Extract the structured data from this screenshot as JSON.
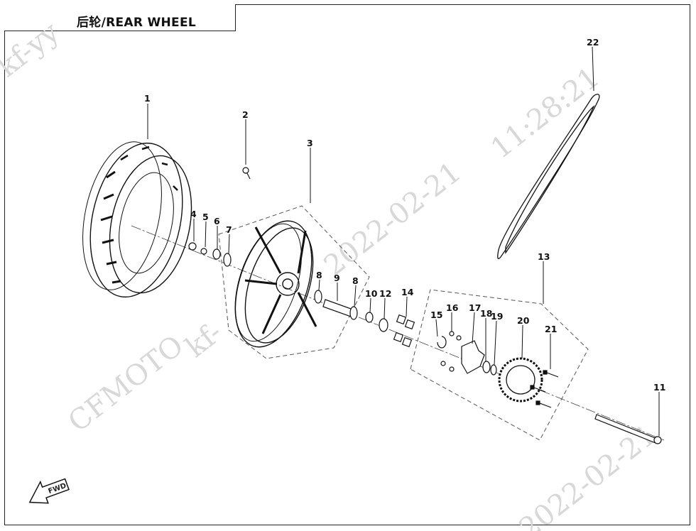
{
  "title": "后轮/REAR WHEEL",
  "watermarks": {
    "brand": "CFMOTO",
    "date": "2022-02-21",
    "time": "11:28:21",
    "user_top": "kf-yy",
    "user_mid": "kf-"
  },
  "fwd_label": "FWD",
  "callouts": [
    "1",
    "2",
    "3",
    "4",
    "5",
    "6",
    "7",
    "8",
    "9",
    "8",
    "10",
    "12",
    "14",
    "15",
    "16",
    "17",
    "18",
    "19",
    "20",
    "21",
    "13",
    "22",
    "11"
  ]
}
